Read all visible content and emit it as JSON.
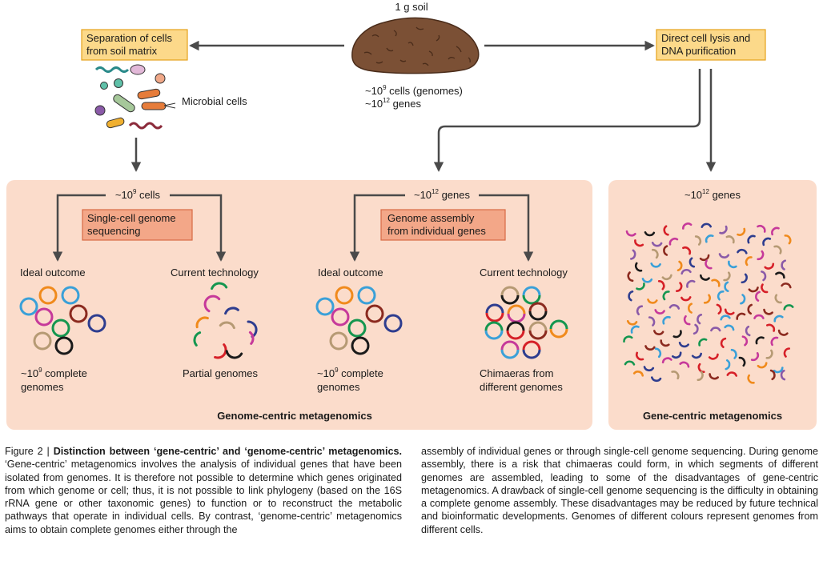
{
  "figure": {
    "soil": {
      "label": "1 g soil",
      "cells_prefix": "~10",
      "cells_exp": "9",
      "cells_suffix": " cells (genomes)",
      "genes_prefix": "~10",
      "genes_exp": "12",
      "genes_suffix": " genes"
    },
    "sep_box": {
      "line1": "Separation of cells",
      "line2": "from soil matrix"
    },
    "lysis_box": {
      "line1": "Direct cell lysis and",
      "line2": "DNA purification"
    },
    "microbial_label": "Microbial cells",
    "left_panel": {
      "top_prefix": "~10",
      "top_exp": "9",
      "top_suffix": " cells",
      "method_line1": "Single-cell genome",
      "method_line2": "sequencing",
      "ideal": "Ideal outcome",
      "current": "Current technology",
      "ideal_out_prefix": "~10",
      "ideal_out_exp": "9",
      "ideal_out_suffix": " complete",
      "ideal_out_line2": "genomes",
      "current_out": "Partial genomes"
    },
    "mid_panel": {
      "top_prefix": "~10",
      "top_exp": "12",
      "top_suffix": " genes",
      "method_line1": "Genome assembly",
      "method_line2": "from individual genes",
      "ideal": "Ideal outcome",
      "current": "Current technology",
      "ideal_out_prefix": "~10",
      "ideal_out_exp": "9",
      "ideal_out_suffix": " complete",
      "ideal_out_line2": "genomes",
      "current_out_line1": "Chimaeras from",
      "current_out_line2": "different genomes"
    },
    "genome_centric_title": "Genome-centric metagenomics",
    "gene_centric": {
      "top_prefix": "~10",
      "top_exp": "12",
      "top_suffix": " genes",
      "title": "Gene-centric metagenomics"
    },
    "colors": {
      "panel_bg": "#fbdccb",
      "yellow_box": "#fcd98a",
      "yellow_border": "#e6a21b",
      "salmon_box": "#f3a788",
      "salmon_border": "#d86b45",
      "arrow": "#4a4a4a",
      "soil": "#7b5035"
    },
    "genome_colors": [
      "#3aa0d8",
      "#f08a1c",
      "#c6399a",
      "#8b2a1f",
      "#2e3d8f",
      "#14964f",
      "#b69a74",
      "#d62028",
      "#1a1a1a"
    ]
  },
  "caption": {
    "prefix": "Figure 2 | ",
    "title": "Distinction between ‘gene-centric’ and ‘genome-centric’ metagenomics.",
    "text_left": "‘Gene-centric’ metagenomics involves the analysis of individual genes that have been isolated from genomes. It is therefore not possible to determine which genes originated from which genome or cell; thus, it is not possible to link phylogeny (based on the 16S rRNA gene or other taxonomic genes) to function or to reconstruct the metabolic pathways that operate in individual cells. By contrast, ‘genome-centric’ metagenomics aims to obtain complete genomes either through the",
    "text_right": "assembly of individual genes or through single-cell genome sequencing. During genome assembly, there is a risk that chimaeras could form, in which segments of different genomes are assembled, leading to some of the disadvantages of gene-centric metagenomics. A drawback of single-cell genome sequencing is the difficulty in obtaining a complete genome assembly. These disadvantages may be reduced by future technical and bioinformatic developments. Genomes of different colours represent genomes from different cells."
  }
}
